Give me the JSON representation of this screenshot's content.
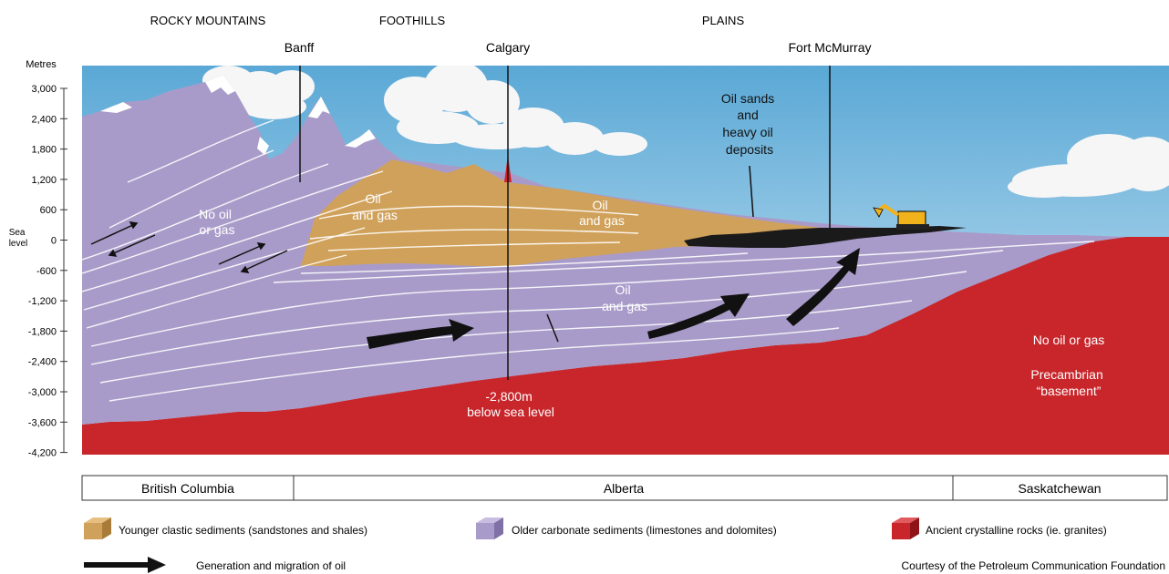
{
  "regions": {
    "rocky": "ROCKY MOUNTAINS",
    "foothills": "FOOTHILLS",
    "plains": "PLAINS"
  },
  "cities": {
    "banff": "Banff",
    "calgary": "Calgary",
    "fort_mcmurray": "Fort McMurray"
  },
  "axis": {
    "unit": "Metres",
    "ticks": [
      "3,000",
      "2,400",
      "1,800",
      "1,200",
      "600",
      "0",
      "-600",
      "-1,200",
      "-1,800",
      "-2,400",
      "-3,000",
      "-3,600",
      "-4,200"
    ],
    "sea_level": [
      "Sea",
      "level"
    ]
  },
  "labels": {
    "no_oil_left": [
      "No oil",
      "or gas"
    ],
    "oil_gas_foothills": [
      "Oil",
      "and gas"
    ],
    "oil_gas_plains": [
      "Oil",
      "and gas"
    ],
    "oil_gas_carbonate": [
      "Oil",
      "and gas"
    ],
    "oil_sands": [
      "Oil sands",
      "and",
      "heavy oil",
      "deposits"
    ],
    "no_oil_right": "No oil or gas",
    "precambrian": [
      "Precambrian",
      "“basement”"
    ],
    "depth": [
      "-2,800m",
      "below sea level"
    ]
  },
  "provinces": [
    "British Columbia",
    "Alberta",
    "Saskatchewan"
  ],
  "legend": {
    "younger": "Younger clastic sediments (sandstones and shales)",
    "older": "Older carbonate sediments (limestones and dolomites)",
    "ancient": "Ancient crystalline rocks (ie. granites)",
    "arrow": "Generation and migration of oil"
  },
  "credit": "Courtesy of the Petroleum Communication Foundation",
  "colors": {
    "sky": "#6fb4d8",
    "purple": "#a99bc9",
    "tan": "#d0a15a",
    "red": "#c8262b",
    "black": "#111111"
  }
}
